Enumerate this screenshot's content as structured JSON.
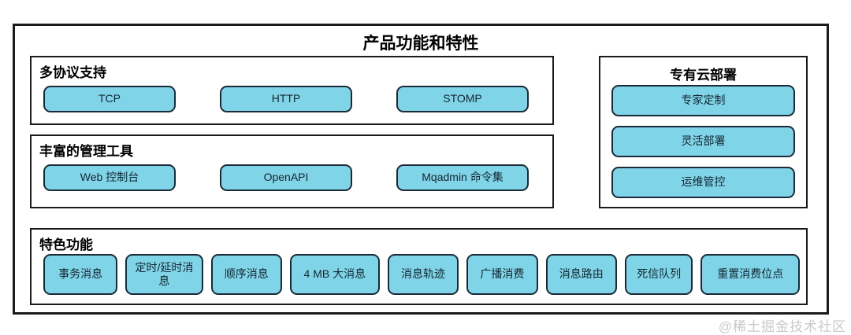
{
  "page": {
    "title": "产品功能和特性",
    "watermark": "@稀土掘金技术社区"
  },
  "colors": {
    "button_fill": "#7fd4e7",
    "button_border": "#1b2a38",
    "box_border": "#1a1a1a",
    "text_dark": "#152630",
    "watermark": "#c9c9c9"
  },
  "sections": {
    "protocols": {
      "label": "多协议支持",
      "items": [
        "TCP",
        "HTTP",
        "STOMP"
      ]
    },
    "tools": {
      "label": "丰富的管理工具",
      "items": [
        "Web 控制台",
        "OpenAPI",
        "Mqadmin 命令集"
      ]
    },
    "cloud": {
      "label": "专有云部署",
      "items": [
        "专家定制",
        "灵活部署",
        "运维管控"
      ]
    },
    "features": {
      "label": "特色功能",
      "items": [
        "事务消息",
        "定时/延时消息",
        "顺序消息",
        "4 MB 大消息",
        "消息轨迹",
        "广播消费",
        "消息路由",
        "死信队列",
        "重置消费位点"
      ]
    }
  }
}
